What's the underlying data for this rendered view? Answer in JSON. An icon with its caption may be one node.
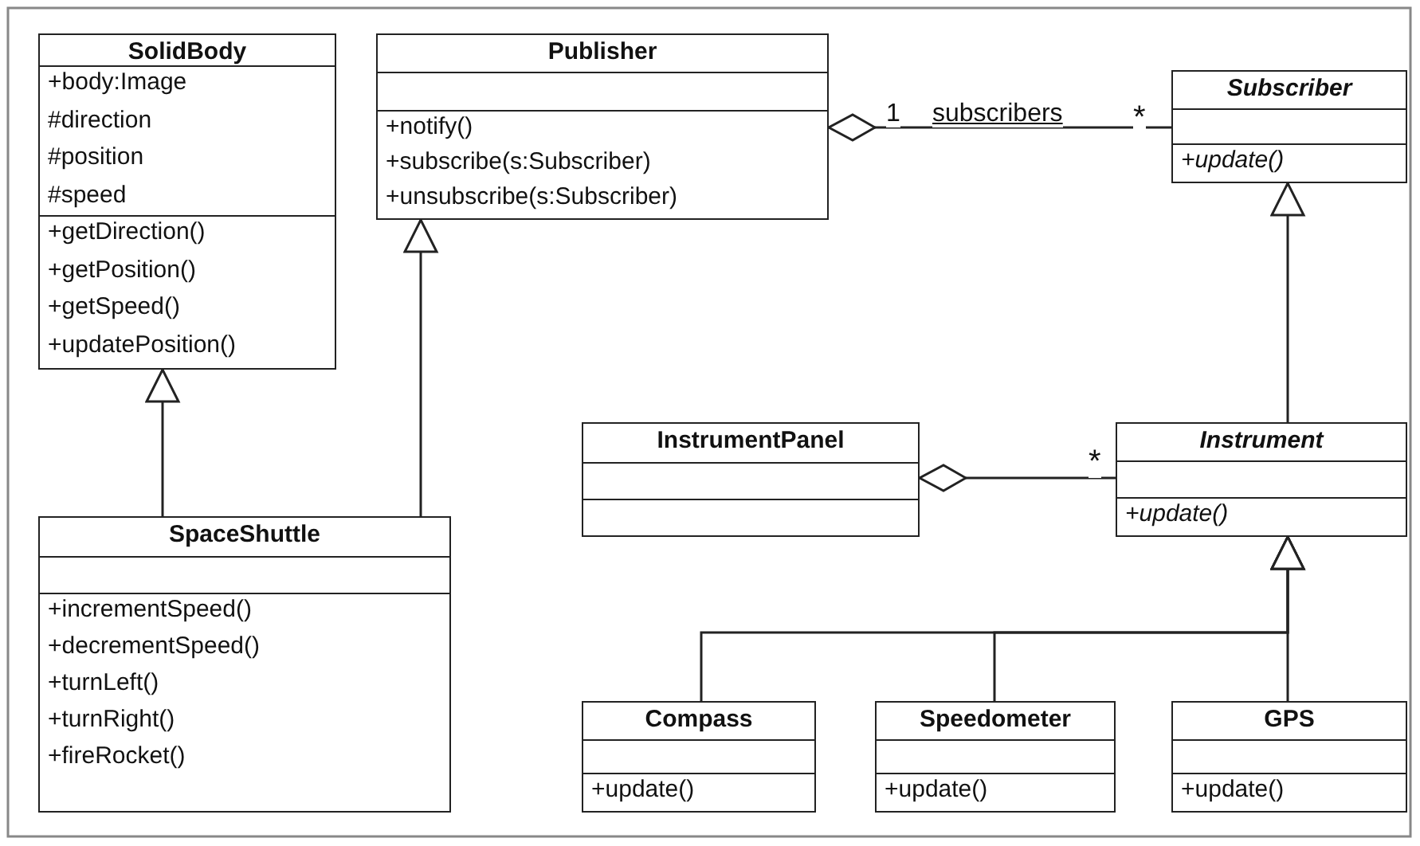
{
  "diagram": {
    "nodes": [
      {
        "text": [
          "SolidBody",
          "+body:Image",
          "#direction",
          "#position",
          "#speed",
          "+getDirection()",
          "+getPosition()",
          "+getSpeed()",
          "+updatePosition()"
        ]
      },
      {
        "text": [
          "Publisher",
          "+notify()",
          "+subscribe(s:Subscriber)",
          "+unsubscribe(s:Subscriber)"
        ]
      },
      {
        "text": [
          "Subscriber",
          "+update()"
        ]
      },
      {
        "text": [
          "InstrumentPanel"
        ]
      },
      {
        "text": [
          "Instrument",
          "+update()"
        ]
      },
      {
        "text": [
          "SpaceShuttle",
          "+incrementSpeed()",
          "+decrementSpeed()",
          "+turnLeft()",
          "+turnRight()",
          "+fireRocket()"
        ]
      },
      {
        "text": [
          "Compass",
          "+update()"
        ]
      },
      {
        "text": [
          "Speedometer",
          "+update()"
        ]
      },
      {
        "text": [
          "GPS",
          "+update()"
        ]
      }
    ],
    "edges": [
      {
        "from": 5,
        "to": 0,
        "arrow": "to"
      },
      {
        "from": 5,
        "to": 1,
        "arrow": "to"
      },
      {
        "from": 1,
        "to": 2,
        "arrow": "other",
        "label": "subscribers"
      },
      {
        "from": 4,
        "to": 2,
        "arrow": "to"
      },
      {
        "from": 3,
        "to": 4,
        "arrow": "other"
      },
      {
        "from": 6,
        "to": 4,
        "arrow": "to"
      },
      {
        "from": 7,
        "to": 4,
        "arrow": "to"
      },
      {
        "from": 8,
        "to": 4,
        "arrow": "to"
      }
    ],
    "labels": [
      "1",
      "*",
      "*"
    ]
  }
}
